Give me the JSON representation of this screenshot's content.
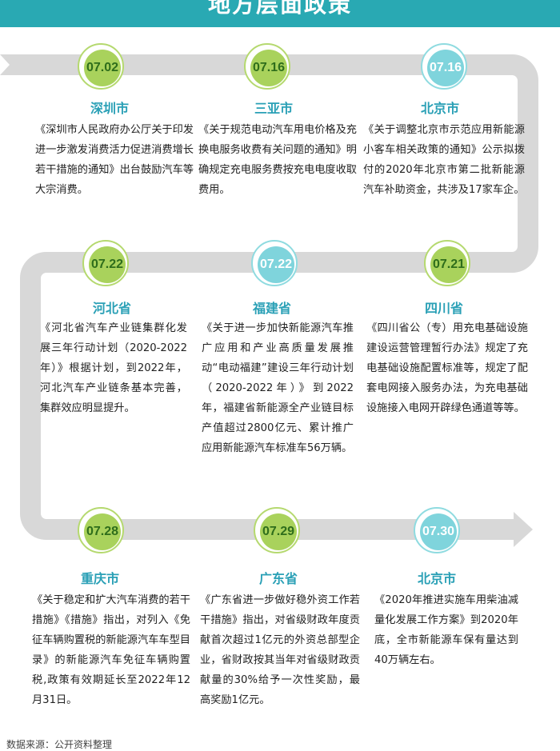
{
  "header": {
    "title": "地方层面政策"
  },
  "events": [
    {
      "date": "07.02",
      "city": "深圳市",
      "text": "《深圳市人民政府办公厅关于印发进一步激发消费活力促进消费增长若干措施的通知》出台鼓励汽车等大宗消费。"
    },
    {
      "date": "07.16",
      "city": "三亚市",
      "text": "《关于规范电动汽车用电价格及充换电服务收费有关问题的通知》明确规定充电服务费按充电电度收取费用。"
    },
    {
      "date": "07.16",
      "city": "北京市",
      "text": "《关于调整北京市示范应用新能源小客车相关政策的通知》公示拟拨付的2020年北京市第二批新能源汽车补助资金，共涉及17家车企。"
    },
    {
      "date": "07.22",
      "city": "河北省",
      "text": "《河北省汽车产业链集群化发展三年行动计划（2020-2022年）》根据计划，到2022年，河北汽车产业链条基本完善，集群效应明显提升。"
    },
    {
      "date": "07.22",
      "city": "福建省",
      "text": "《关于进一步加快新能源汽车推广应用和产业高质量发展推动“电动福建”建设三年行动计划（2020-2022年）》到2022年，福建省新能源全产业链目标产值超过2800亿元、累计推广应用新能源汽车标准车56万辆。"
    },
    {
      "date": "07.21",
      "city": "四川省",
      "text": "《四川省公（专）用充电基础设施建设运营管理暂行办法》规定了充电基础设施配置标准等，规定了配套电网接入服务办法，为充电基础设施接入电网开辟绿色通道等等。"
    },
    {
      "date": "07.28",
      "city": "重庆市",
      "text": "《关于稳定和扩大汽车消费的若干措施》《措施》指出，对列入《免征车辆购置税的新能源汽车车型目录》的新能源汽车免征车辆购置税,政策有效期延长至2022年12月31日。"
    },
    {
      "date": "07.29",
      "city": "广东省",
      "text": "《广东省进一步做好稳外资工作若干措施》指出，对省级财政年度贡献首次超过1亿元的外资总部型企业，省财政按其当年对省级财政贡献量的30%给予一次性奖励，最高奖励1亿元。"
    },
    {
      "date": "07.30",
      "city": "北京市",
      "text": "《2020年推进实施车用柴油减量化发展工作方案》到2020年底，全市新能源车保有量达到40万辆左右。"
    }
  ],
  "footer": {
    "source": "数据来源：公开资料整理"
  },
  "colors": {
    "header": "#29a9b3",
    "track": "#d8d8d8",
    "city": "#2aa0b6",
    "badge_green": "#a9d25c",
    "badge_teal": "#7fd4dc"
  }
}
